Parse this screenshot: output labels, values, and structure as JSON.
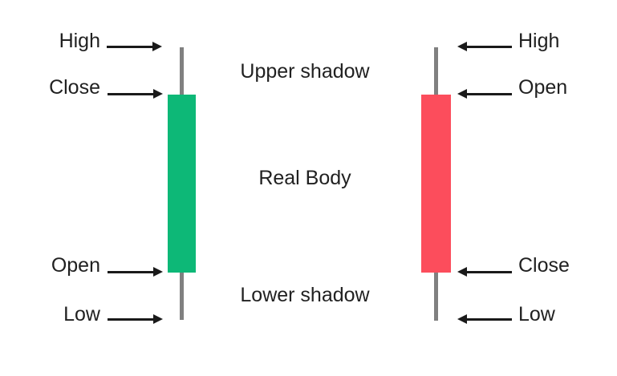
{
  "colors": {
    "bullish_green": "#0db877",
    "bearish_red": "#fc4d5c",
    "wick_gray": "#808080",
    "text": "#212121",
    "arrow": "#1a1a1a",
    "background": "#ffffff"
  },
  "left_candle": {
    "direction": "bullish",
    "labels": {
      "high": "High",
      "close": "Close",
      "open": "Open",
      "low": "Low"
    }
  },
  "right_candle": {
    "direction": "bearish",
    "labels": {
      "high": "High",
      "open": "Open",
      "close": "Close",
      "low": "Low"
    }
  },
  "center_labels": {
    "upper_shadow": "Upper shadow",
    "real_body": "Real Body",
    "lower_shadow": "Lower shadow"
  }
}
